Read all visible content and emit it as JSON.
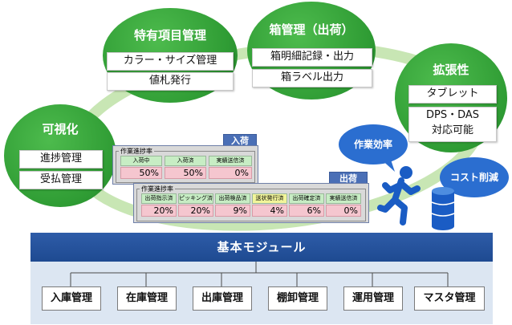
{
  "circles": {
    "visualization": {
      "title": "可視化",
      "items": [
        "進捗管理",
        "受払管理"
      ]
    },
    "special_items": {
      "title": "特有項目管理",
      "items": [
        "カラー・サイズ管理",
        "値札発行"
      ]
    },
    "box_management": {
      "title": "箱管理（出荷）",
      "items": [
        "箱明細記録・出力",
        "箱ラベル出力"
      ]
    },
    "extensibility": {
      "title": "拡張性",
      "items": [
        "タブレット",
        "DPS・DAS",
        "対応可能"
      ]
    }
  },
  "panels": {
    "inbound": {
      "tab": "入荷",
      "title": "作業進捗率",
      "headers": [
        "入荷中",
        "入荷済",
        "実績送信済"
      ],
      "values": [
        "50%",
        "50%",
        "0%"
      ]
    },
    "outbound": {
      "tab": "出荷",
      "title": "作業進捗率",
      "headers": [
        "出荷指示済",
        "ピッキング済",
        "出荷検品済",
        "送状発行済",
        "出荷確定済",
        "実績送信済"
      ],
      "values": [
        "20%",
        "20%",
        "9%",
        "4%",
        "6%",
        "0%"
      ]
    }
  },
  "bubbles": {
    "efficiency": "作業効率",
    "cost": "コスト削減"
  },
  "base_module": {
    "title": "基本モジュール",
    "modules": [
      "入庫管理",
      "在庫管理",
      "出庫管理",
      "棚卸管理",
      "運用管理",
      "マスタ管理"
    ]
  },
  "colors": {
    "circle_green": "#2f9c34",
    "ring_green": "#c8e6b4",
    "base_blue": "#1e4a91",
    "bubble_blue": "#2b6ed0",
    "module_bg": "#dce6f2",
    "value_pink": "#f5c6cf"
  }
}
